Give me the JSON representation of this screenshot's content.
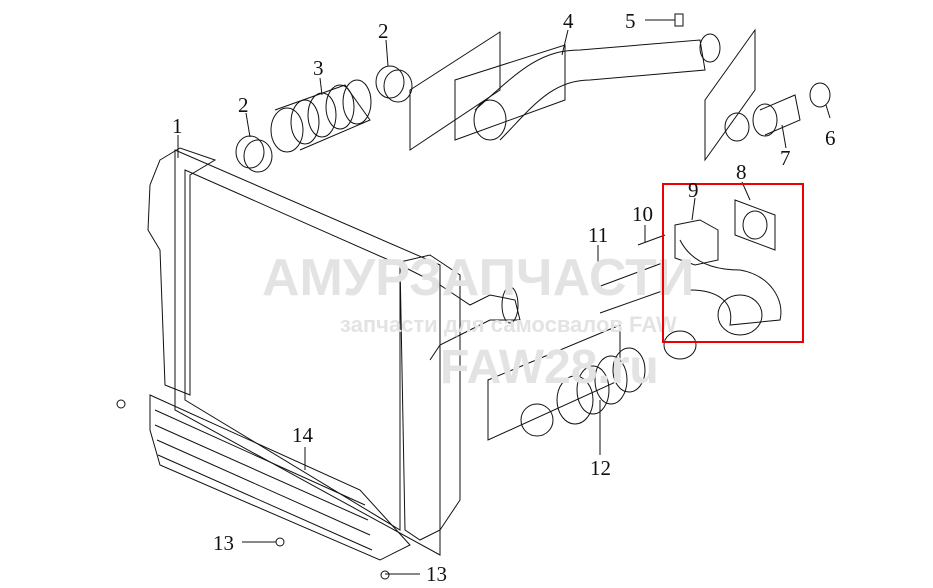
{
  "diagram": {
    "title": "Intercooler assembly parts diagram",
    "callouts": [
      "1",
      "2",
      "2",
      "3",
      "4",
      "5",
      "6",
      "7",
      "8",
      "9",
      "10",
      "11",
      "12",
      "13",
      "13",
      "14"
    ],
    "highlight_color": "#e00000",
    "highlighted_parts": [
      "8",
      "9"
    ]
  },
  "watermark": {
    "brand": "АМУРЗАПЧАСТИ",
    "tagline": "запчасти для самосвалов FAW",
    "site": "FAW28.ru"
  }
}
